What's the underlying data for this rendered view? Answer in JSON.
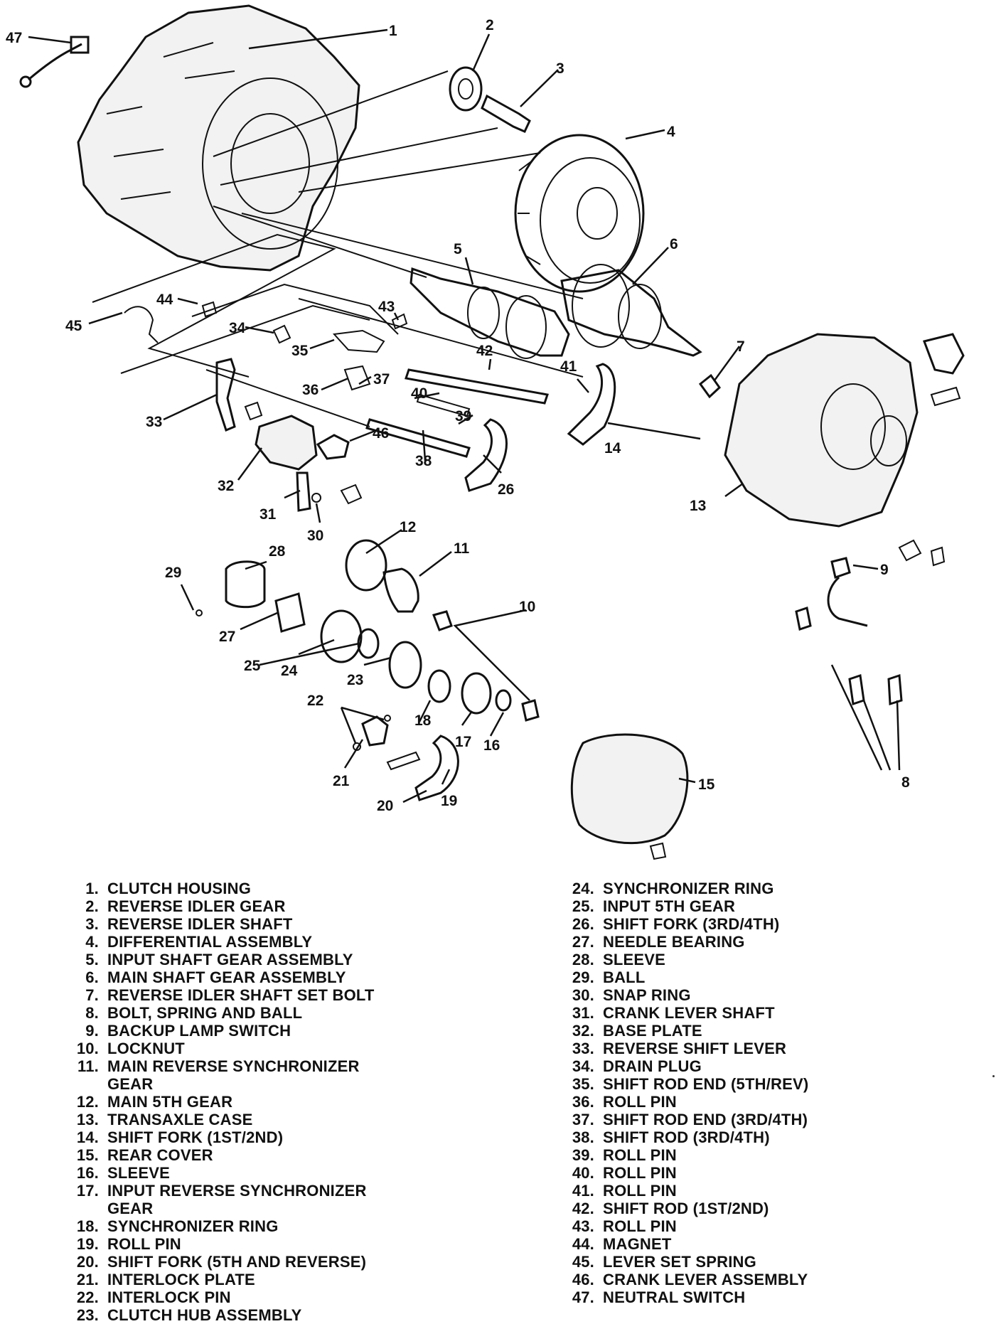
{
  "callouts": [
    {
      "number": "1"
    },
    {
      "number": "2"
    },
    {
      "number": "3"
    },
    {
      "number": "4"
    },
    {
      "number": "5"
    },
    {
      "number": "6"
    },
    {
      "number": "7"
    },
    {
      "number": "8"
    },
    {
      "number": "9"
    },
    {
      "number": "10"
    },
    {
      "number": "11"
    },
    {
      "number": "12"
    },
    {
      "number": "13"
    },
    {
      "number": "14"
    },
    {
      "number": "15"
    },
    {
      "number": "16"
    },
    {
      "number": "17"
    },
    {
      "number": "18"
    },
    {
      "number": "19"
    },
    {
      "number": "20"
    },
    {
      "number": "21"
    },
    {
      "number": "22"
    },
    {
      "number": "23"
    },
    {
      "number": "25"
    },
    {
      "number": "24"
    },
    {
      "number": "26"
    },
    {
      "number": "27"
    },
    {
      "number": "28"
    },
    {
      "number": "29"
    },
    {
      "number": "30"
    },
    {
      "number": "31"
    },
    {
      "number": "32"
    },
    {
      "number": "33"
    },
    {
      "number": "34"
    },
    {
      "number": "35"
    },
    {
      "number": "36"
    },
    {
      "number": "37"
    },
    {
      "number": "38"
    },
    {
      "number": "39"
    },
    {
      "number": "40"
    },
    {
      "number": "41"
    },
    {
      "number": "42"
    },
    {
      "number": "43"
    },
    {
      "number": "44"
    },
    {
      "number": "45"
    },
    {
      "number": "46"
    },
    {
      "number": "47"
    }
  ],
  "legend_left": [
    {
      "num": "1.",
      "name": "CLUTCH HOUSING"
    },
    {
      "num": "2.",
      "name": "REVERSE IDLER GEAR"
    },
    {
      "num": "3.",
      "name": "REVERSE IDLER SHAFT"
    },
    {
      "num": "4.",
      "name": "DIFFERENTIAL ASSEMBLY"
    },
    {
      "num": "5.",
      "name": "INPUT SHAFT GEAR ASSEMBLY"
    },
    {
      "num": "6.",
      "name": "MAIN SHAFT GEAR ASSEMBLY"
    },
    {
      "num": "7.",
      "name": "REVERSE IDLER SHAFT SET BOLT"
    },
    {
      "num": "8.",
      "name": "BOLT, SPRING AND BALL"
    },
    {
      "num": "9.",
      "name": "BACKUP LAMP SWITCH"
    },
    {
      "num": "10.",
      "name": "LOCKNUT"
    },
    {
      "num": "11.",
      "name": "MAIN REVERSE SYNCHRONIZER\nGEAR"
    },
    {
      "num": "12.",
      "name": "MAIN 5TH GEAR"
    },
    {
      "num": "13.",
      "name": "TRANSAXLE CASE"
    },
    {
      "num": "14.",
      "name": "SHIFT FORK (1ST/2ND)"
    },
    {
      "num": "15.",
      "name": "REAR COVER"
    },
    {
      "num": "16.",
      "name": "SLEEVE"
    },
    {
      "num": "17.",
      "name": "INPUT REVERSE SYNCHRONIZER\nGEAR"
    },
    {
      "num": "18.",
      "name": "SYNCHRONIZER RING"
    },
    {
      "num": "19.",
      "name": "ROLL PIN"
    },
    {
      "num": "20.",
      "name": "SHIFT FORK (5TH AND REVERSE)"
    },
    {
      "num": "21.",
      "name": "INTERLOCK PLATE"
    },
    {
      "num": "22.",
      "name": "INTERLOCK PIN"
    },
    {
      "num": "23.",
      "name": "CLUTCH HUB ASSEMBLY"
    }
  ],
  "legend_right": [
    {
      "num": "24.",
      "name": "SYNCHRONIZER RING"
    },
    {
      "num": "25.",
      "name": "INPUT 5TH GEAR"
    },
    {
      "num": "26.",
      "name": "SHIFT FORK (3RD/4TH)"
    },
    {
      "num": "27.",
      "name": "NEEDLE BEARING"
    },
    {
      "num": "28.",
      "name": "SLEEVE"
    },
    {
      "num": "29.",
      "name": "BALL"
    },
    {
      "num": "30.",
      "name": "SNAP RING"
    },
    {
      "num": "31.",
      "name": "CRANK LEVER SHAFT"
    },
    {
      "num": "32.",
      "name": "BASE PLATE"
    },
    {
      "num": "33.",
      "name": "REVERSE SHIFT LEVER"
    },
    {
      "num": "34.",
      "name": "DRAIN PLUG"
    },
    {
      "num": "35.",
      "name": "SHIFT ROD END (5TH/REV)"
    },
    {
      "num": "36.",
      "name": "ROLL PIN"
    },
    {
      "num": "37.",
      "name": "SHIFT ROD END (3RD/4TH)"
    },
    {
      "num": "38.",
      "name": "SHIFT ROD (3RD/4TH)"
    },
    {
      "num": "39.",
      "name": "ROLL PIN"
    },
    {
      "num": "40.",
      "name": "ROLL PIN"
    },
    {
      "num": "41.",
      "name": "ROLL PIN"
    },
    {
      "num": "42.",
      "name": "SHIFT ROD (1ST/2ND)"
    },
    {
      "num": "43.",
      "name": "ROLL PIN"
    },
    {
      "num": "44.",
      "name": "MAGNET"
    },
    {
      "num": "45.",
      "name": "LEVER SET SPRING"
    },
    {
      "num": "46.",
      "name": "CRANK LEVER ASSEMBLY"
    },
    {
      "num": "47.",
      "name": "NEUTRAL SWITCH"
    }
  ]
}
